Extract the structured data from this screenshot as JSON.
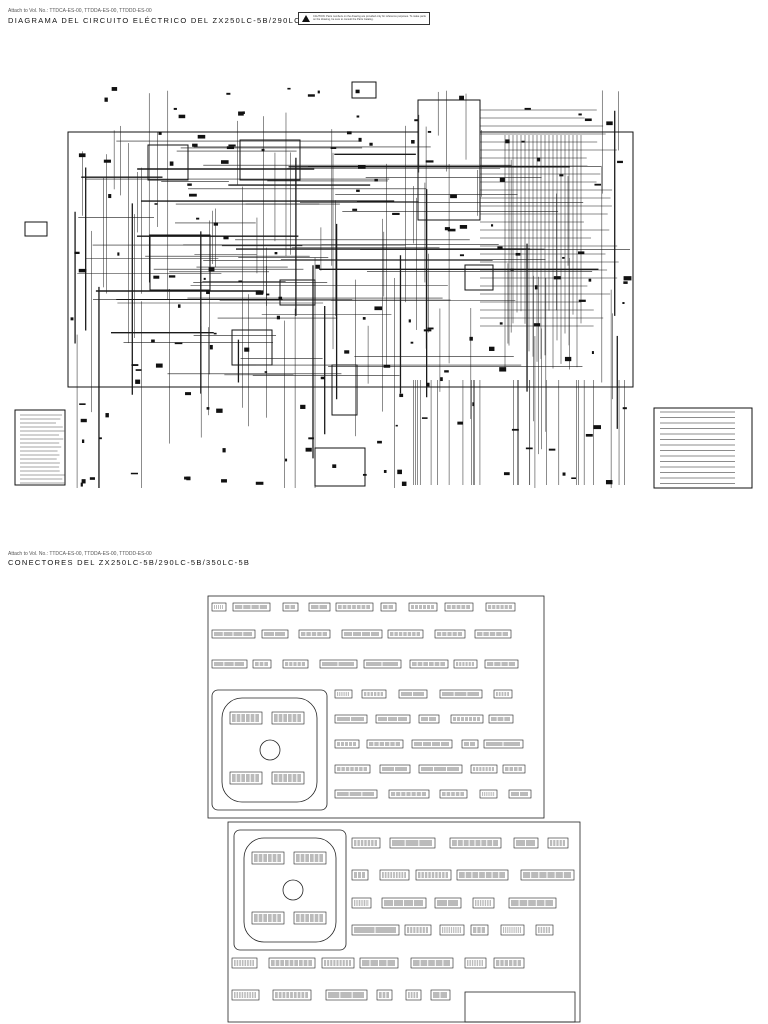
{
  "page1": {
    "attach": "Attach to Vol. No.: TTDCA-ES-00, TTDDA-ES-00, TTDDD-ES-00",
    "title": "DIAGRAMA DEL CIRCUITO ELÉCTRICO DEL ZX250LC-5B/290LC-5B/350LC-5B",
    "warning": "CAUTION: Parts numbers on the drawing are provided only for reference purposes. To make parts on the drawing, be sure to consult the Parts Catalog."
  },
  "page2": {
    "attach": "Attach to Vol. No.: TTDCA-ES-00, TTDDA-ES-00, TTDDD-ES-00",
    "title": "CONECTORES DEL ZX250LC-5B/290LC-5B/350LC-5B"
  },
  "colors": {
    "ink": "#111111",
    "paper": "#ffffff",
    "wire_dark": "#1a1a1a",
    "wire_light": "#444444"
  },
  "icons": [
    "warning-triangle-icon"
  ]
}
